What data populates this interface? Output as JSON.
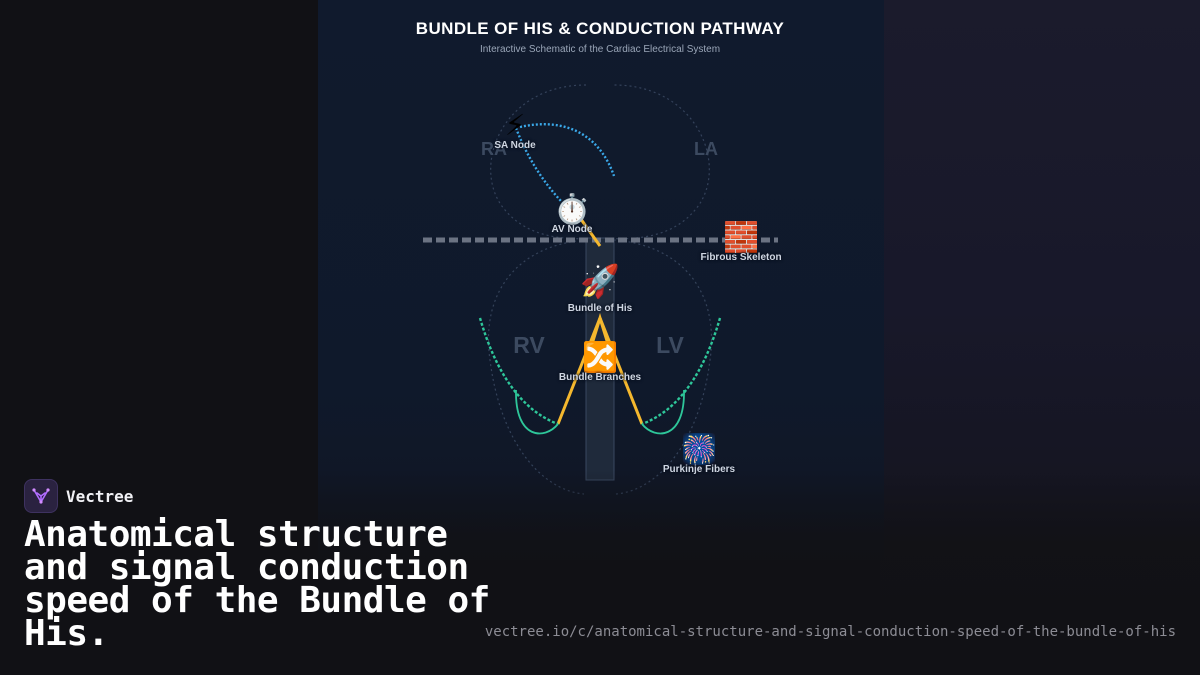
{
  "diagram": {
    "title": "BUNDLE OF HIS & CONDUCTION PATHWAY",
    "subtitle": "Interactive Schematic of the Cardiac Electrical System",
    "chambers": {
      "ra": "RA",
      "la": "LA",
      "rv": "RV",
      "lv": "LV"
    },
    "nodes": {
      "sa": {
        "glyph": "⚡",
        "label": "SA Node",
        "icon": "lightning-icon"
      },
      "av": {
        "glyph": "⏱️",
        "label": "AV Node",
        "icon": "stopwatch-icon"
      },
      "fibrous": {
        "glyph": "🧱",
        "label": "Fibrous Skeleton",
        "icon": "brick-wall-icon"
      },
      "his": {
        "glyph": "🚀",
        "label": "Bundle of His",
        "icon": "rocket-icon"
      },
      "branches": {
        "glyph": "🔀",
        "label": "Bundle Branches",
        "icon": "shuffle-icon"
      },
      "purkinje": {
        "glyph": "🎆",
        "label": "Purkinje Fibers",
        "icon": "fireworks-icon"
      }
    },
    "colors": {
      "sa_pathway": "#3aa8e8",
      "his_pathway": "#f5b82e",
      "purkinje_pathway": "#2ec79a",
      "fibrous_skeleton": "#6b7383"
    }
  },
  "brand": {
    "name": "Vectree",
    "logo_icon": "vectree-logo-icon"
  },
  "headline": "Anatomical structure and signal conduction speed of the Bundle of His.",
  "url": "vectree.io/c/anatomical-structure-and-signal-conduction-speed-of-the-bundle-of-his"
}
